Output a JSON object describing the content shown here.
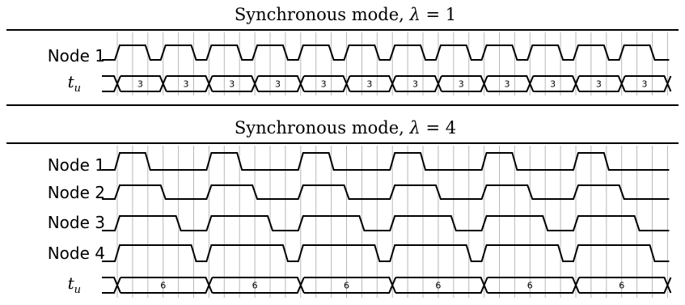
{
  "panels": [
    {
      "title_text": "Synchronous mode, ",
      "title_symbol": "λ",
      "title_eq": " = 1",
      "rows": [
        {
          "label": "Node 1",
          "pattern": [
            0,
            1,
            1,
            0,
            1,
            1,
            0,
            1,
            1,
            0,
            1,
            1,
            0,
            1,
            1,
            0,
            1,
            1,
            0,
            1,
            1,
            0,
            1,
            1,
            0,
            1,
            1,
            0,
            1,
            1,
            0,
            1,
            1,
            0,
            1,
            1,
            0
          ]
        }
      ],
      "tu_label_main": "t",
      "tu_label_sub": "u",
      "tu_segments": [
        "3",
        "3",
        "3",
        "3",
        "3",
        "3",
        "3",
        "3",
        "3",
        "3",
        "3",
        "3"
      ]
    },
    {
      "title_text": "Synchronous mode, ",
      "title_symbol": "λ",
      "title_eq": " = 4",
      "rows": [
        {
          "label": "Node 1",
          "pattern": [
            0,
            1,
            1,
            0,
            0,
            0,
            0,
            1,
            1,
            0,
            0,
            0,
            0,
            1,
            1,
            0,
            0,
            0,
            0,
            1,
            1,
            0,
            0,
            0,
            0,
            1,
            1,
            0,
            0,
            0,
            0,
            1,
            1,
            0,
            0,
            0,
            0
          ]
        },
        {
          "label": "Node 2",
          "pattern": [
            0,
            1,
            1,
            1,
            0,
            0,
            0,
            1,
            1,
            1,
            0,
            0,
            0,
            1,
            1,
            1,
            0,
            0,
            0,
            1,
            1,
            1,
            0,
            0,
            0,
            1,
            1,
            1,
            0,
            0,
            0,
            1,
            1,
            1,
            0,
            0,
            0
          ]
        },
        {
          "label": "Node 3",
          "pattern": [
            0,
            1,
            1,
            1,
            1,
            0,
            0,
            1,
            1,
            1,
            1,
            0,
            0,
            1,
            1,
            1,
            1,
            0,
            0,
            1,
            1,
            1,
            1,
            0,
            0,
            1,
            1,
            1,
            1,
            0,
            0,
            1,
            1,
            1,
            1,
            0,
            0
          ]
        },
        {
          "label": "Node 4",
          "pattern": [
            0,
            1,
            1,
            1,
            1,
            1,
            0,
            1,
            1,
            1,
            1,
            1,
            0,
            1,
            1,
            1,
            1,
            1,
            0,
            1,
            1,
            1,
            1,
            1,
            0,
            1,
            1,
            1,
            1,
            1,
            0,
            1,
            1,
            1,
            1,
            1,
            0
          ]
        }
      ],
      "tu_label_main": "t",
      "tu_label_sub": "u",
      "tu_segments": [
        "6",
        "6",
        "6",
        "6",
        "6",
        "6"
      ]
    }
  ]
}
